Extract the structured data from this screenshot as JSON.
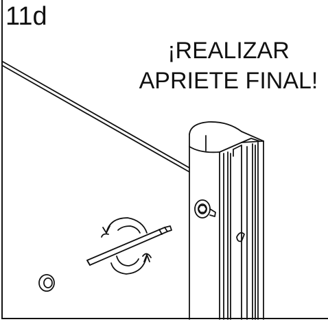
{
  "step_label": "11d",
  "instruction": {
    "line1": "¡REALIZAR",
    "line2": "APRIETE FINAL!"
  },
  "colors": {
    "ink": "#111111",
    "paper": "#ffffff"
  },
  "icons": [
    "rotate-arrows-icon",
    "hex-key-icon",
    "bolt-icon",
    "knob-icon"
  ]
}
